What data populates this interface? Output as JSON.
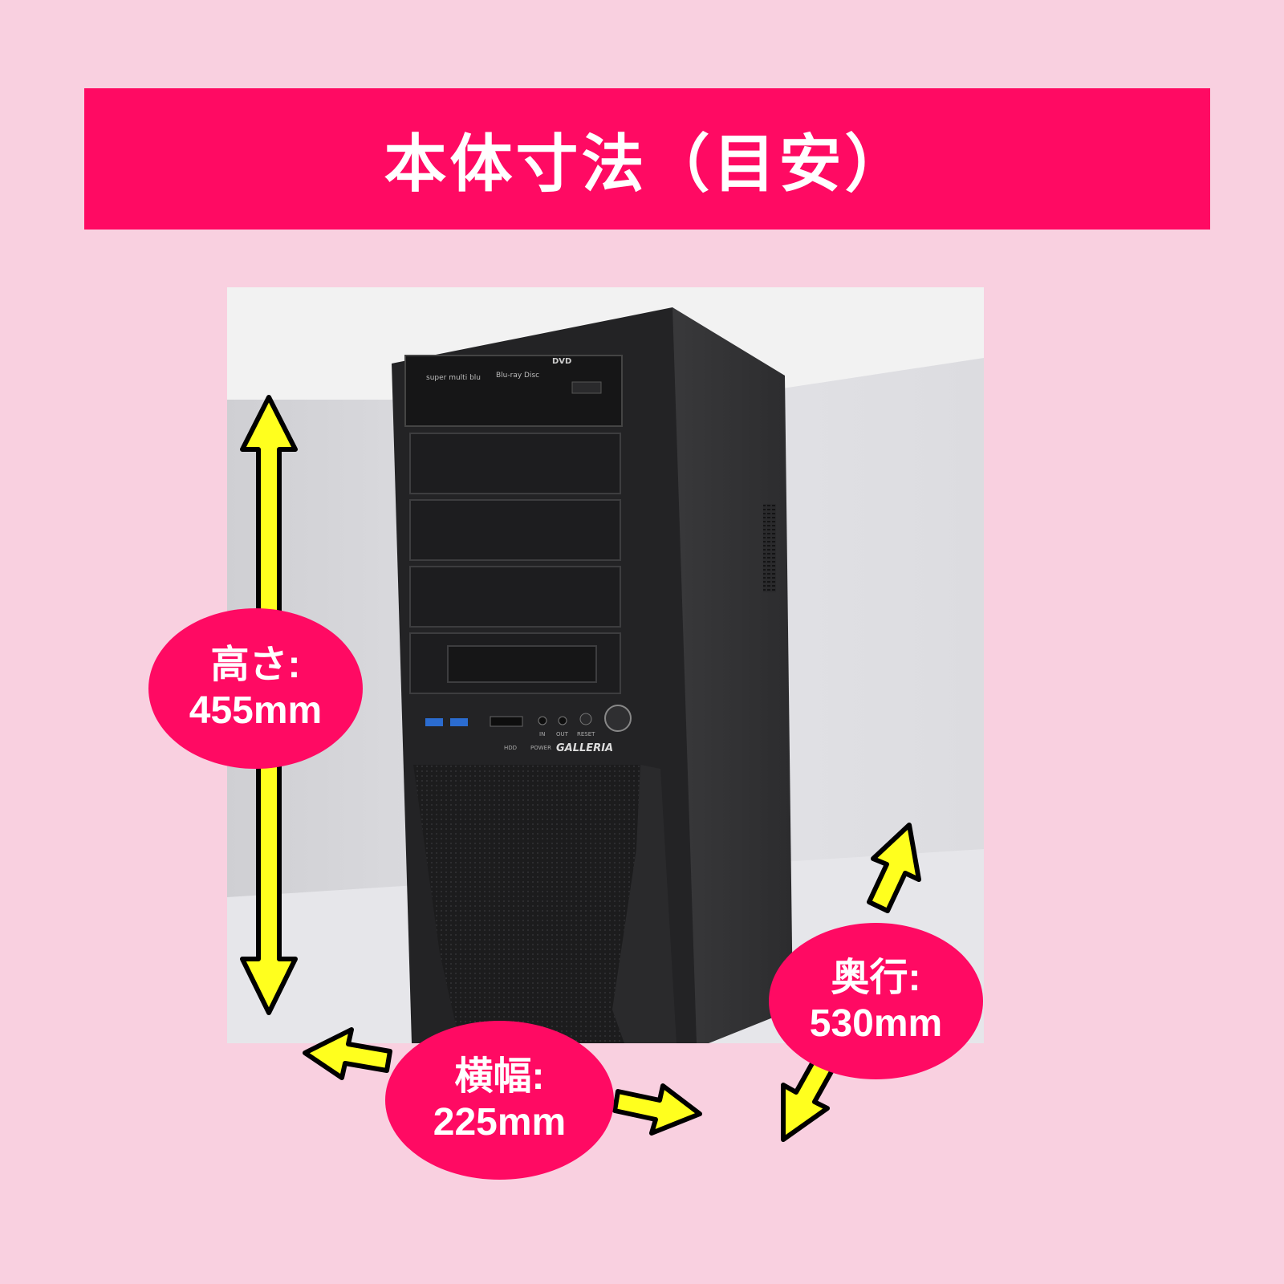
{
  "banner": {
    "title": "本体寸法（目安）"
  },
  "photo": {
    "drive_labels": {
      "multi": "super multi blu",
      "bluray": "Blu-ray Disc",
      "dvd": "DVD"
    },
    "front_panel": {
      "in": "IN",
      "out": "OUT",
      "reset": "RESET",
      "hdd": "HDD",
      "power": "POWER",
      "brand": "GALLERIA"
    }
  },
  "dimensions": {
    "height": {
      "label": "高さ:",
      "value": "455mm"
    },
    "width": {
      "label": "横幅:",
      "value": "225mm"
    },
    "depth": {
      "label": "奥行:",
      "value": "530mm"
    }
  },
  "colors": {
    "background": "#f9d0e0",
    "accent": "#ff0a63",
    "arrow": "#ffff1e"
  }
}
